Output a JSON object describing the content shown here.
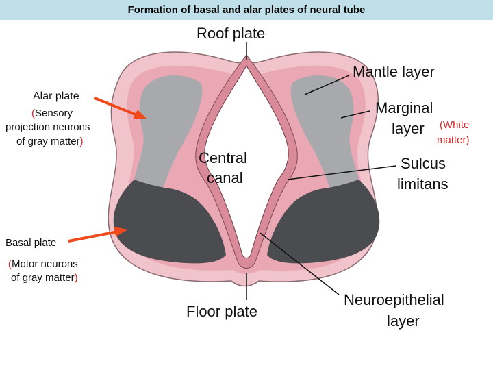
{
  "title": "Formation of basal and alar plates of neural tube",
  "labels": {
    "roof_plate": "Roof plate",
    "mantle_layer": "Mantle layer",
    "marginal_layer_line1": "Marginal",
    "marginal_layer_line2": "layer",
    "white_matter_line1": "(White",
    "white_matter_line2": "matter)",
    "central_canal_line1": "Central",
    "central_canal_line2": "canal",
    "sulcus_limitans_line1": "Sulcus",
    "sulcus_limitans_line2": "limitans",
    "floor_plate": "Floor plate",
    "neuroepithelial_line1": "Neuroepithelial",
    "neuroepithelial_line2": "layer",
    "alar_plate": "Alar plate",
    "alar_desc_open": "(",
    "alar_desc_line1": "Sensory",
    "alar_desc_line2": "projection neurons",
    "alar_desc_line3": "of gray matter",
    "alar_desc_close": ")",
    "basal_plate": "Basal plate",
    "basal_desc_line1": "(Motor neurons",
    "basal_desc_line2": "of gray matter)"
  },
  "colors": {
    "title_bar": "#bfe0e8",
    "outer_pink": "#f1c3cb",
    "marginal_pink": "#e9a3b0",
    "neuroepithelium": "#d98b9a",
    "alar_gray": "#a7a9ac",
    "basal_dark": "#4b4c4f",
    "arrow_red": "#f04a1c",
    "paren_red": "#d22222"
  }
}
